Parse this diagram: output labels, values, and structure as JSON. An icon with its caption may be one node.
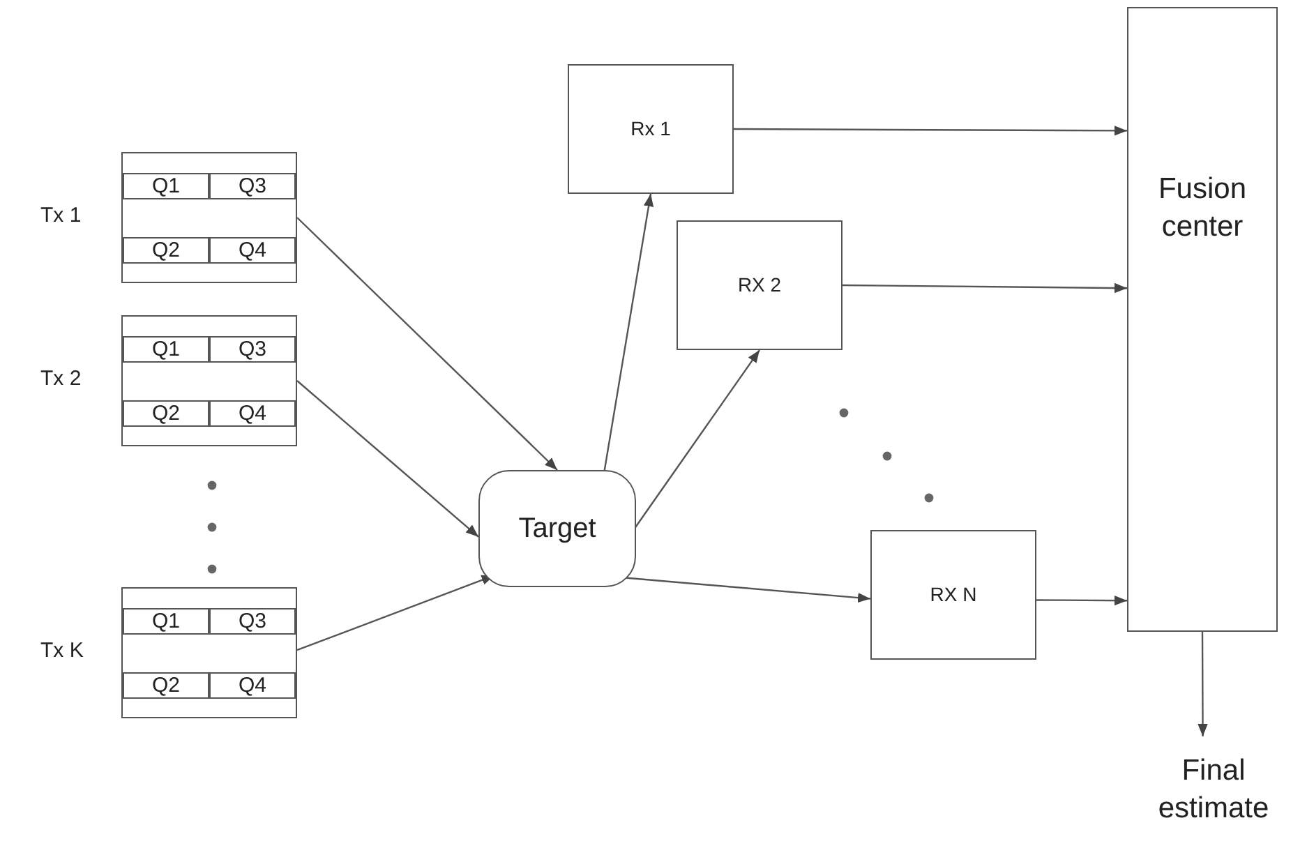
{
  "diagram": {
    "nodes": [
      {
        "text": [
          "Q1",
          "Q3",
          "Q2",
          "Q4"
        ],
        "beside": [
          "Tx 1"
        ]
      },
      {
        "text": [
          "Q1",
          "Q3",
          "Q2",
          "Q4"
        ],
        "beside": [
          "Tx 2"
        ]
      },
      {
        "text": [
          "Q1",
          "Q3",
          "Q2",
          "Q4"
        ],
        "beside": [
          "Tx K"
        ]
      },
      {
        "text": [
          "Target"
        ]
      },
      {
        "text": [
          "Rx 1"
        ]
      },
      {
        "text": [
          "RX 2"
        ]
      },
      {
        "text": [
          "RX N"
        ]
      },
      {
        "text": [
          "Fusion center"
        ]
      },
      {
        "text": [
          "Final estimate"
        ]
      }
    ],
    "edges": [
      {
        "from": 0,
        "to": 3,
        "arrow": "to"
      },
      {
        "from": 1,
        "to": 3,
        "arrow": "to"
      },
      {
        "from": 2,
        "to": 3,
        "arrow": "to"
      },
      {
        "from": 3,
        "to": 4,
        "arrow": "to"
      },
      {
        "from": 3,
        "to": 5,
        "arrow": "to"
      },
      {
        "from": 3,
        "to": 6,
        "arrow": "to"
      },
      {
        "from": 4,
        "to": 7,
        "arrow": "to"
      },
      {
        "from": 5,
        "to": 7,
        "arrow": "to"
      },
      {
        "from": 6,
        "to": 7,
        "arrow": "to"
      },
      {
        "from": 7,
        "to": 8,
        "arrow": "to"
      }
    ]
  }
}
